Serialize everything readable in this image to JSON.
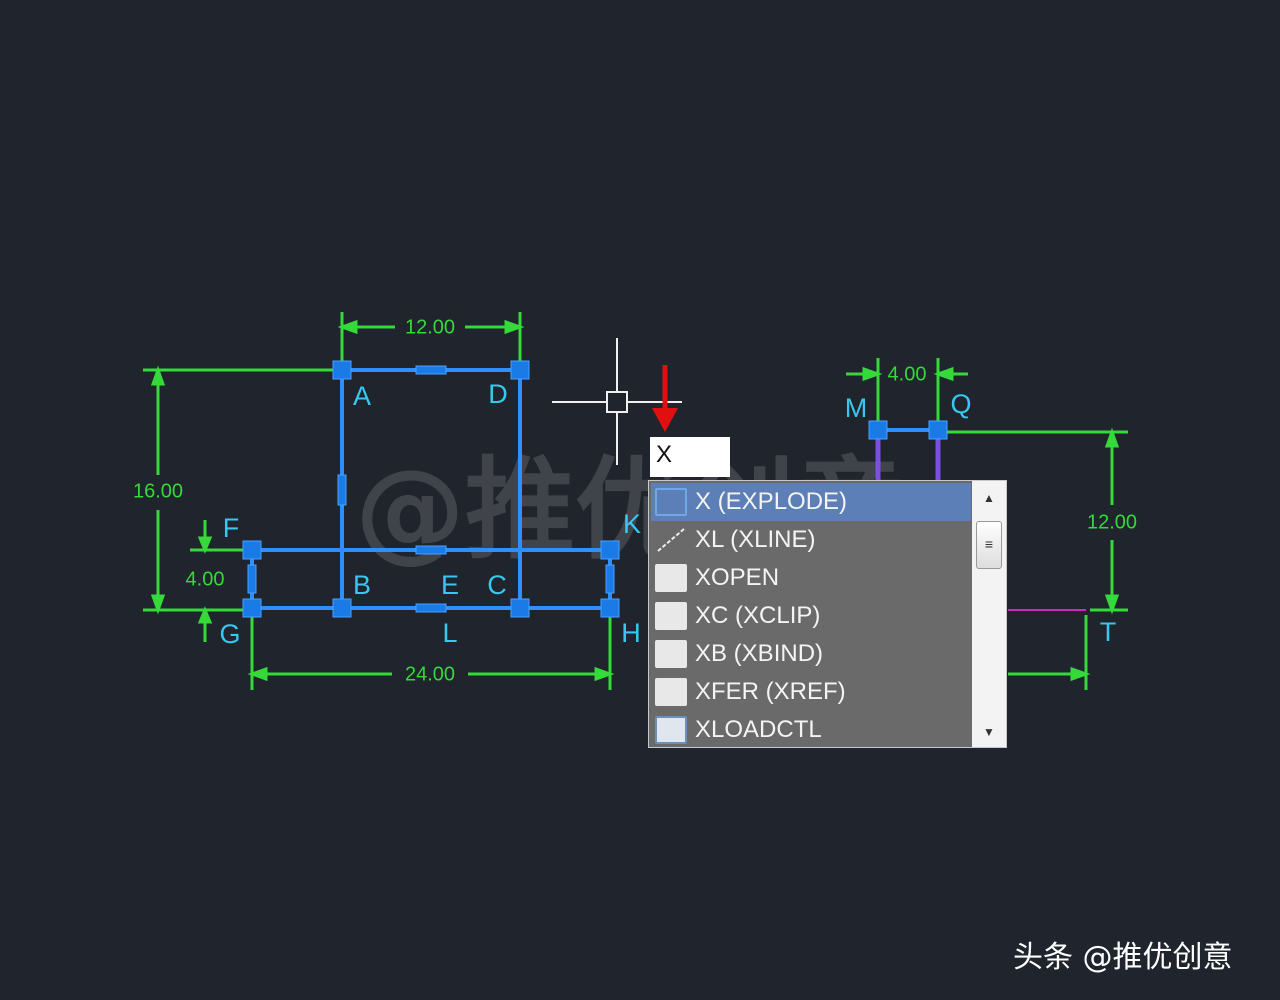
{
  "colors": {
    "background": "#1f242d",
    "dimension": "#35d93a",
    "geometry": "#2f8fff",
    "label": "#37c8ef",
    "grip": "#1a7be6",
    "purple": "#7b4fe0",
    "magenta": "#c02cc8",
    "arrow": "#e01010"
  },
  "dimensions": {
    "top_width": "12.00",
    "left_height": "16.00",
    "left_small": "4.00",
    "bottom_width": "24.00",
    "right_top": "4.00",
    "right_height": "12.00"
  },
  "points": {
    "A": "A",
    "B": "B",
    "C": "C",
    "D": "D",
    "E": "E",
    "F": "F",
    "G": "G",
    "H": "H",
    "K": "K",
    "L": "L",
    "M": "M",
    "Q": "Q",
    "T": "T"
  },
  "command": {
    "input_value": "X"
  },
  "autocomplete": {
    "items": [
      {
        "label": "X (EXPLODE)",
        "icon": "explode-icon",
        "selected": true
      },
      {
        "label": "XL (XLINE)",
        "icon": "xline-icon"
      },
      {
        "label": "XOPEN",
        "icon": "xopen-icon"
      },
      {
        "label": "XC (XCLIP)",
        "icon": "xclip-icon"
      },
      {
        "label": "XB (XBIND)",
        "icon": "xbind-icon"
      },
      {
        "label": "XFER (XREF)",
        "icon": "xref-icon"
      },
      {
        "label": "XLOADCTL",
        "icon": "xloadctl-icon"
      }
    ]
  },
  "watermark": "@推优创意",
  "footer": "头条 @推优创意"
}
